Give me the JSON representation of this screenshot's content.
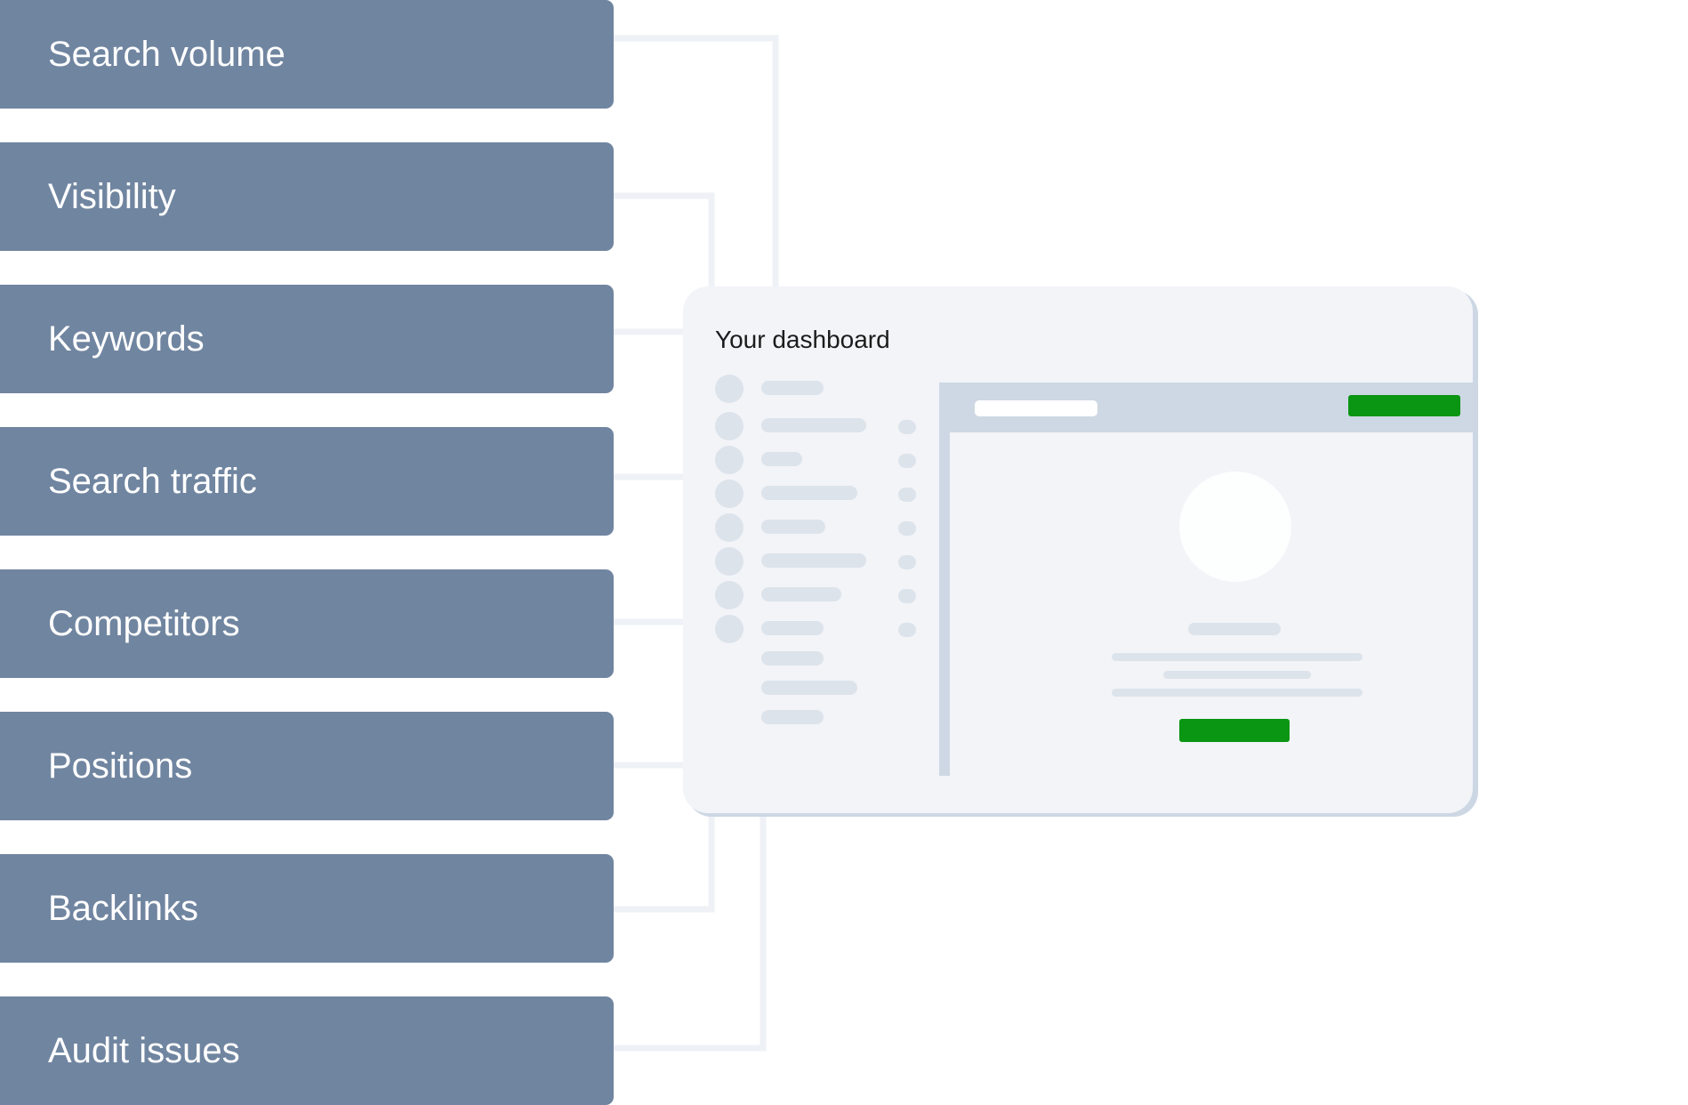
{
  "metrics": [
    {
      "label": "Search volume"
    },
    {
      "label": "Visibility"
    },
    {
      "label": "Keywords"
    },
    {
      "label": "Search traffic"
    },
    {
      "label": "Competitors"
    },
    {
      "label": "Positions"
    },
    {
      "label": "Backlinks"
    },
    {
      "label": "Audit issues"
    }
  ],
  "dashboard": {
    "title": "Your dashboard"
  },
  "colors": {
    "metric_box": "#7085A0",
    "dashboard_bg": "#F2F4F8",
    "accent_green": "#0A9513",
    "connector": "#EEF1F6"
  }
}
